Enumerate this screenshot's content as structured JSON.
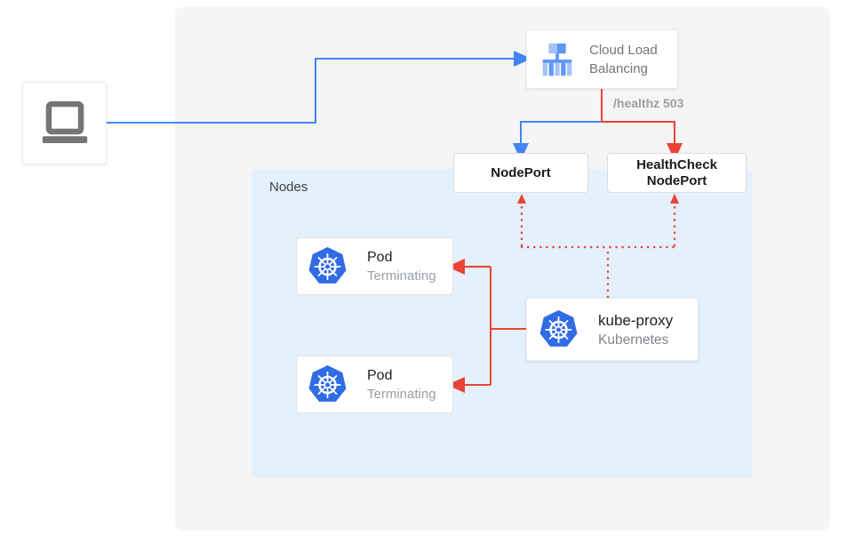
{
  "diagram": {
    "client": {
      "icon": "laptop"
    },
    "cloud_lb": {
      "label_line1": "Cloud Load",
      "label_line2": "Balancing"
    },
    "health_label": "/healthz 503",
    "nodeport": {
      "label": "NodePort"
    },
    "healthcheck_nodeport": {
      "label_line1": "HealthCheck",
      "label_line2": "NodePort"
    },
    "nodes_container": {
      "label": "Nodes"
    },
    "pods": [
      {
        "title": "Pod",
        "subtitle": "Terminating"
      },
      {
        "title": "Pod",
        "subtitle": "Terminating"
      }
    ],
    "kube_proxy": {
      "title": "kube-proxy",
      "subtitle": "Kubernetes"
    }
  },
  "colors": {
    "traffic_blue": "#4285f4",
    "error_red": "#ea4335",
    "kubernetes_blue": "#326ce5",
    "nodes_background": "#e4f0fc",
    "panel_background": "#f5f5f5",
    "icon_light_blue": "#a4c2f8",
    "icon_medium_blue": "#5e97f6",
    "muted_text": "#757575"
  }
}
